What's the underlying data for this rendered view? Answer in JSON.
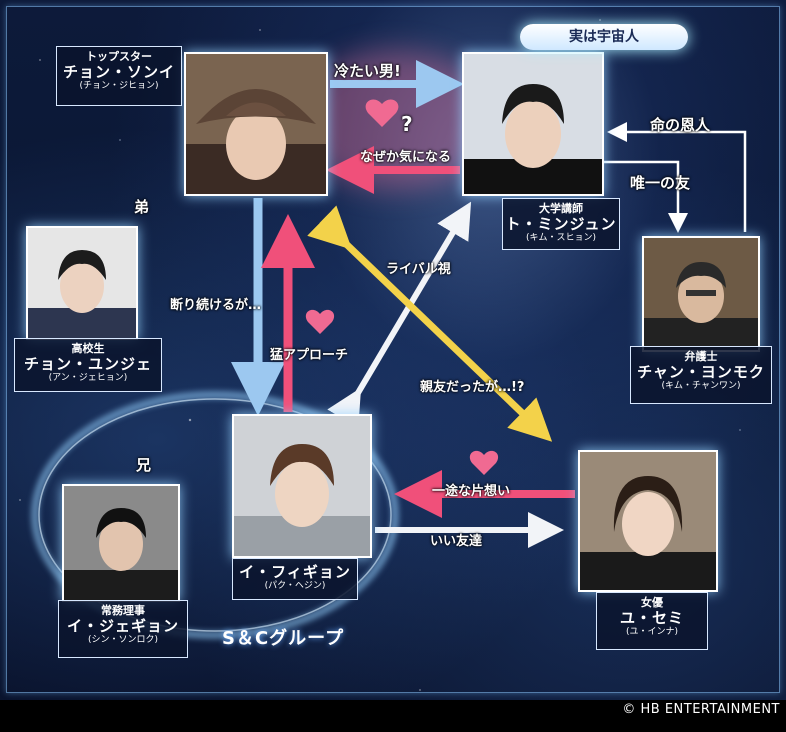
{
  "characters": [
    {
      "role": "トップスター",
      "name": "チョン・ソンイ",
      "actor": "(チョン・ジヒョン)"
    },
    {
      "role": "大学講師",
      "name": "ト・ミンジュン",
      "actor": "(キム・スヒョン)"
    },
    {
      "role": "高校生",
      "name": "チョン・ユンジェ",
      "actor": "(アン・ジェヒョン)"
    },
    {
      "role": "弁護士",
      "name": "チャン・ヨンモク",
      "actor": "(キム・チャンワン)"
    },
    {
      "role": "",
      "name": "イ・フィギョン",
      "actor": "(パク・ヘジン)"
    },
    {
      "role": "女優",
      "name": "ユ・セミ",
      "actor": "(ユ・インナ)"
    },
    {
      "role": "常務理事",
      "name": "イ・ジェギョン",
      "actor": "(シン・ソンロク)"
    }
  ],
  "relations": {
    "cold_man": "冷たい男!",
    "curious": "なぜか気になる",
    "secret": "実は宇宙人",
    "life_saver": "命の恩人",
    "only_friend": "唯一の友",
    "younger_brother": "弟",
    "keeps_refusing": "断り続けるが…",
    "strong_approach": "猛アプローチ",
    "rival": "ライバル視",
    "were_best_friends": "親友だったが…!?",
    "older_brother": "兄",
    "one_sided_love": "一途な片想い",
    "good_friend": "いい友達",
    "question_mark": "?"
  },
  "group_name": "S＆Cグループ",
  "credit": "© HB ENTERTAINMENT",
  "colors": {
    "pink": "#f0507a",
    "blue": "#9cc8f0",
    "yellow": "#f3d24a",
    "white": "#f2f4f8"
  }
}
